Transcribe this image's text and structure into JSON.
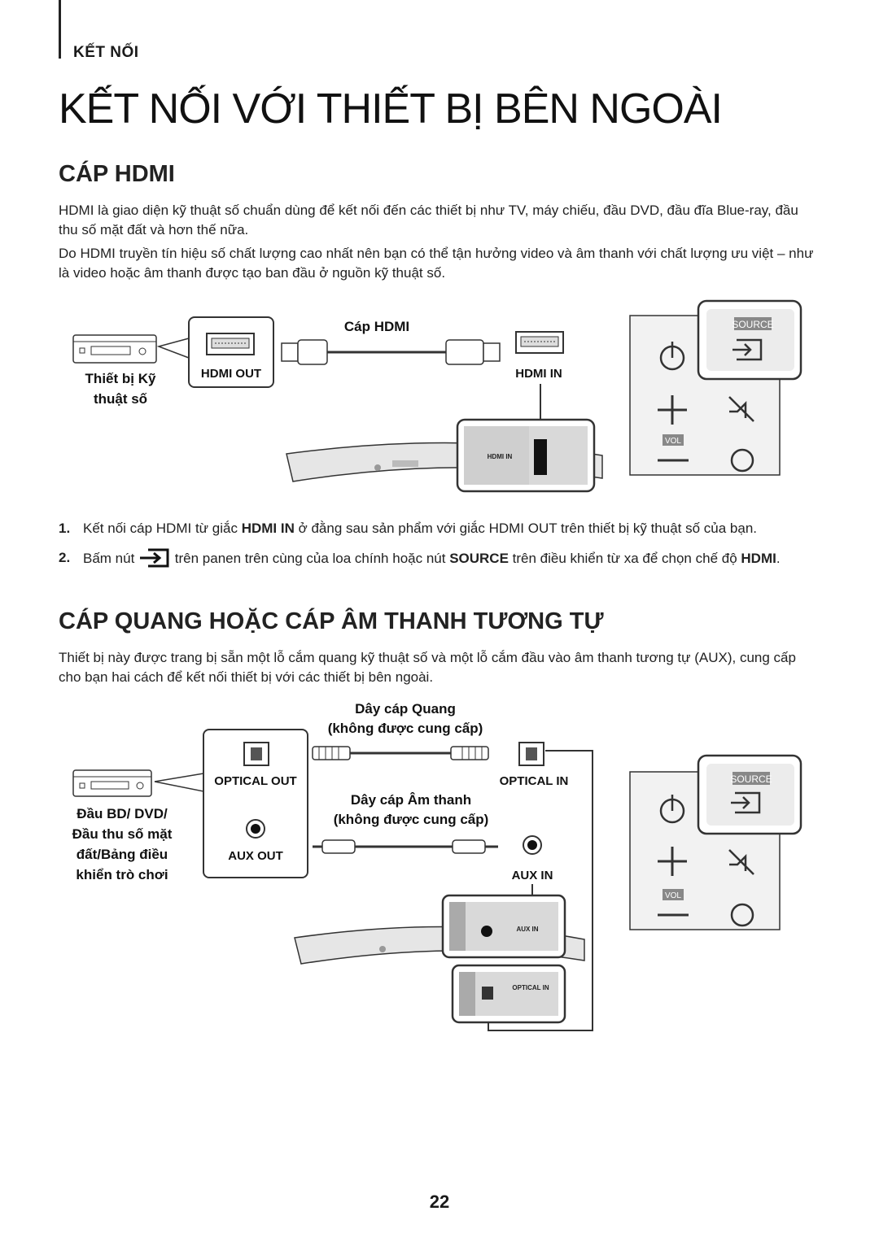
{
  "header": {
    "section_label": "KẾT NỐI",
    "page_title": "KẾT NỐI VỚI THIẾT BỊ BÊN NGOÀI"
  },
  "hdmi": {
    "heading": "CÁP HDMI",
    "para1": "HDMI là giao diện kỹ thuật số chuẩn dùng để kết nối đến các thiết bị như TV, máy chiếu, đầu DVD, đầu đĩa Blue-ray, đầu thu số mặt đất và hơn thế nữa.",
    "para2": "Do HDMI truyền tín hiệu số chất lượng cao nhất nên bạn có thể tận hưởng video và âm thanh với chất lượng ưu việt – như là video hoặc âm thanh được tạo ban đầu ở nguồn kỹ thuật số.",
    "diagram": {
      "cable_label": "Cáp HDMI",
      "device_label_1": "Thiết bị Kỹ",
      "device_label_2": "thuật số",
      "port_out": "HDMI OUT",
      "port_in": "HDMI IN",
      "panel_label": "HDMI IN",
      "remote_source": "SOURCE",
      "remote_vol": "VOL"
    },
    "steps": [
      {
        "num": "1.",
        "pre": "Kết nối cáp HDMI từ giắc ",
        "bold": "HDMI IN",
        "post": " ở đằng sau sản phẩm với giắc HDMI OUT trên thiết bị kỹ thuật số của bạn."
      },
      {
        "num": "2.",
        "pre": "Bấm nút ",
        "icon": "source-input-icon",
        "mid": " trên panen trên cùng của loa chính hoặc nút ",
        "bold": "SOURCE",
        "post": " trên điều khiển từ xa để chọn chế độ ",
        "bold2": "HDMI",
        "end": "."
      }
    ]
  },
  "optical": {
    "heading": "CÁP QUANG HOẶC CÁP ÂM THANH TƯƠNG TỰ",
    "para": "Thiết bị này được trang bị sẵn một lỗ cắm quang kỹ thuật số và một lỗ cắm đầu vào âm thanh tương tự (AUX), cung cấp cho bạn hai cách để kết nối thiết bị với các thiết bị bên ngoài.",
    "diagram": {
      "optical_cable_1": "Dây cáp Quang",
      "optical_cable_2": "(không được cung cấp)",
      "audio_cable_1": "Dây cáp Âm thanh",
      "audio_cable_2": "(không được cung cấp)",
      "device_lines": [
        "Đầu BD/ DVD/",
        "Đầu thu số mặt",
        "đất/Bảng điều",
        "khiển trò chơi"
      ],
      "port_optical_out": "OPTICAL OUT",
      "port_aux_out": "AUX OUT",
      "port_optical_in": "OPTICAL IN",
      "port_aux_in": "AUX IN",
      "panel_aux": "AUX IN",
      "panel_optical": "OPTICAL IN",
      "remote_source": "SOURCE",
      "remote_vol": "VOL"
    }
  },
  "footer": {
    "page_number": "22"
  }
}
